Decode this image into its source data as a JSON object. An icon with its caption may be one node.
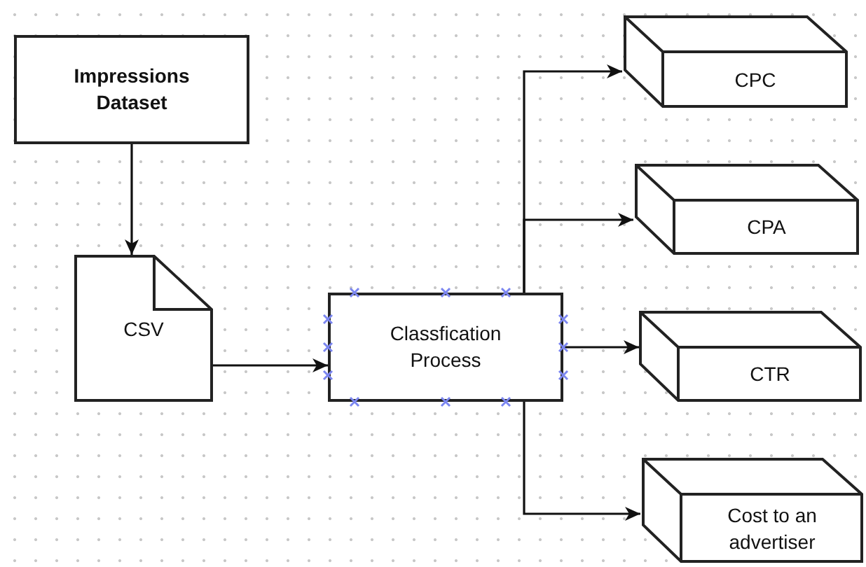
{
  "diagram": {
    "nodes": [
      {
        "text": [
          "Impressions Dataset"
        ]
      },
      {
        "text": [
          "CSV"
        ]
      },
      {
        "text": [
          "Classfication Process"
        ]
      },
      {
        "text": [
          "CPC"
        ]
      },
      {
        "text": [
          "CPA"
        ]
      },
      {
        "text": [
          "CTR"
        ]
      },
      {
        "text": [
          "Cost to an advertiser"
        ]
      }
    ],
    "edges": [
      {
        "from": 0,
        "to": 1,
        "arrow": "to"
      },
      {
        "from": 1,
        "to": 2,
        "arrow": "to"
      },
      {
        "from": 2,
        "to": 3,
        "arrow": "to"
      },
      {
        "from": 2,
        "to": 4,
        "arrow": "to"
      },
      {
        "from": 2,
        "to": 5,
        "arrow": "to"
      },
      {
        "from": 2,
        "to": 6,
        "arrow": "to"
      }
    ]
  }
}
